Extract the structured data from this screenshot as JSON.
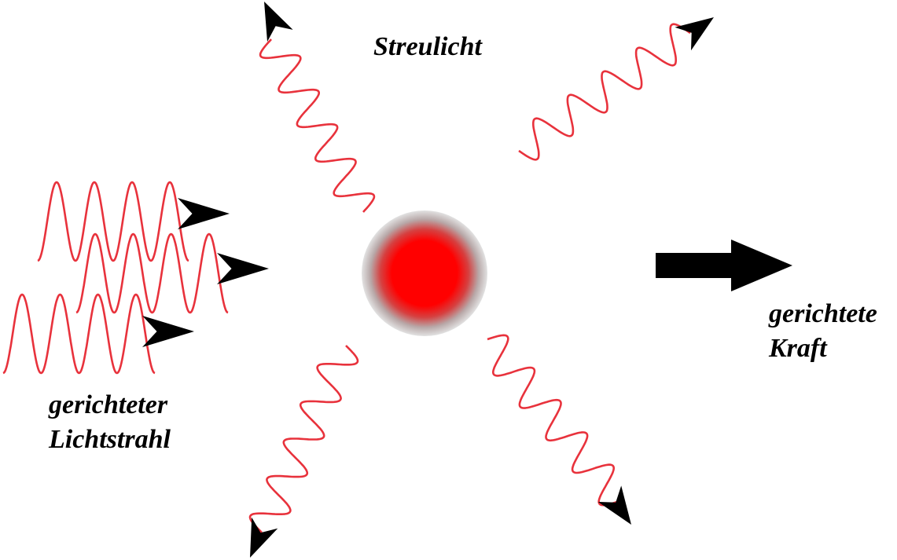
{
  "labels": {
    "scattered_light": "Streulicht",
    "beam_line1": "gerichteter",
    "beam_line2": "Lichtstrahl",
    "force_line1": "gerichtete",
    "force_line2": "Kraft"
  },
  "colors": {
    "wave": "#e8323c",
    "arrow": "#000000",
    "particle_core": "#ff0000",
    "particle_halo": "#999999",
    "text": "#000000"
  },
  "icons": {
    "particle": "particle-icon",
    "force_arrow": "force-arrow-icon",
    "wave_arrowhead": "arrowhead-icon"
  }
}
